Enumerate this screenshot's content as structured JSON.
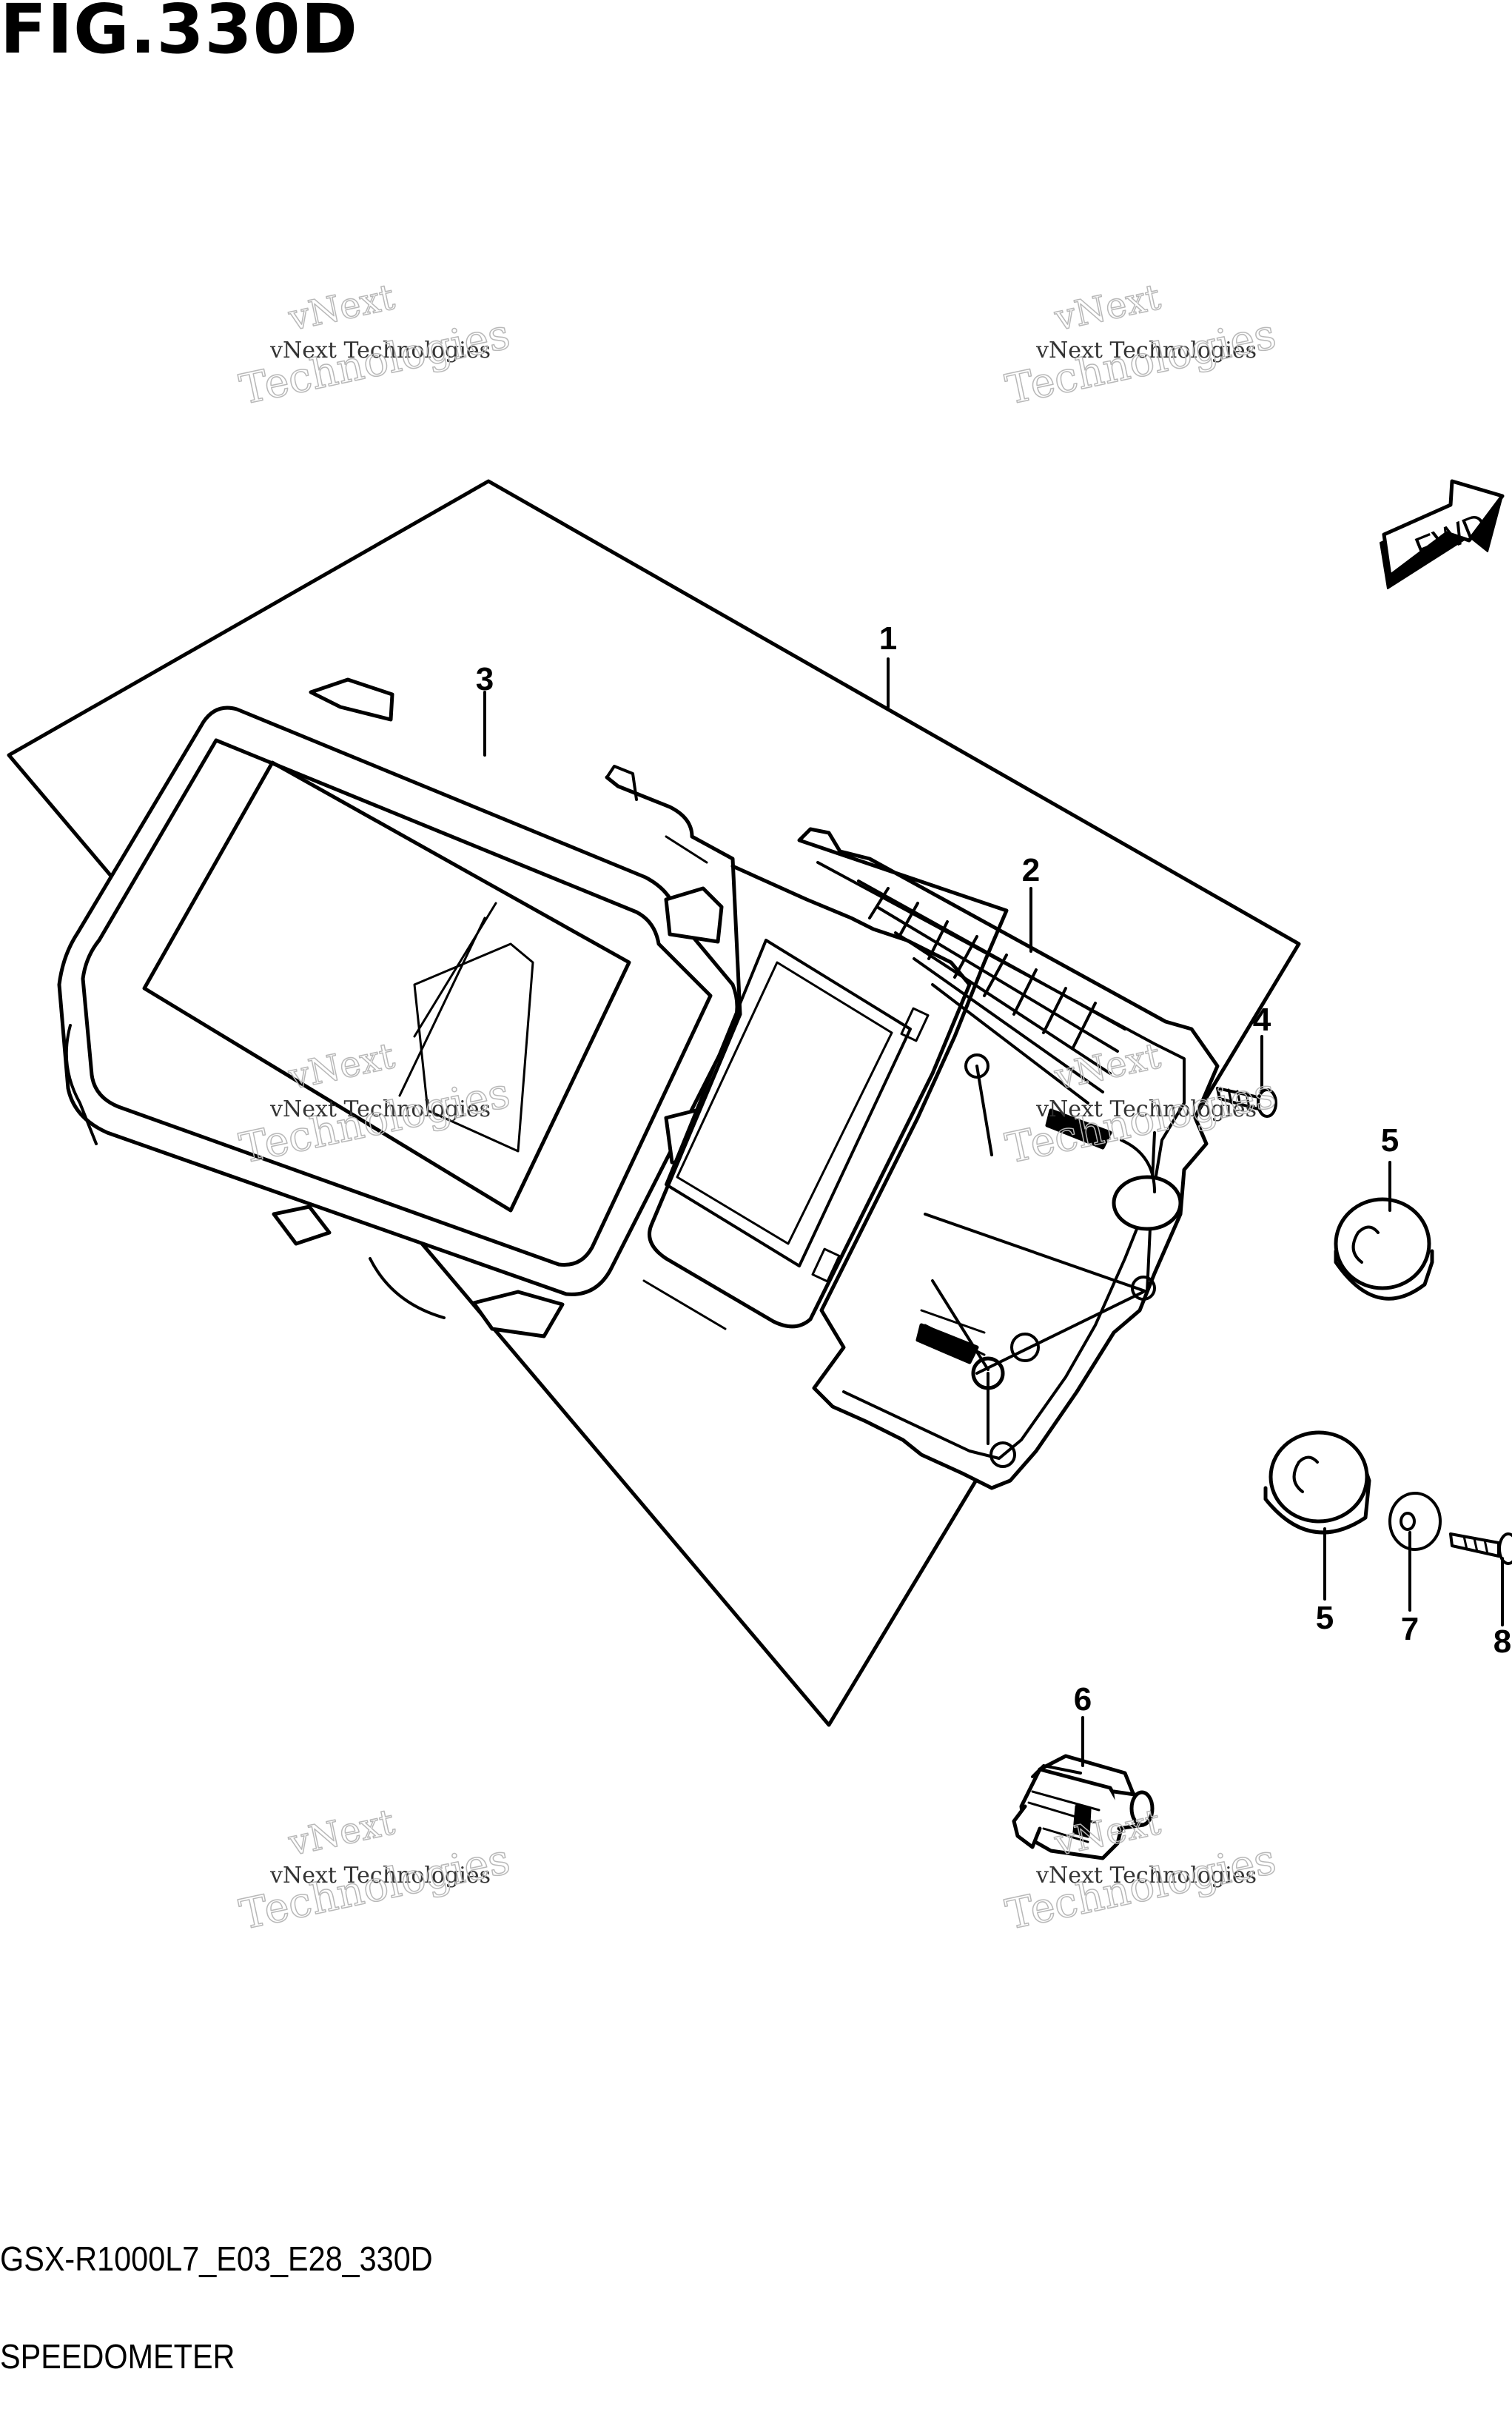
{
  "figure": {
    "title": "FIG.330D",
    "model_code": "GSX-R1000L7_E03_E28_330D",
    "assembly_name": "SPEEDOMETER"
  },
  "fwd_arrow": {
    "label": "FWD"
  },
  "callouts": [
    "1",
    "2",
    "3",
    "4",
    "5",
    "5",
    "6",
    "7",
    "8"
  ],
  "watermark": {
    "line_top": "vNext",
    "line_small": "vNext Technologies",
    "line_big": "Technologies"
  }
}
